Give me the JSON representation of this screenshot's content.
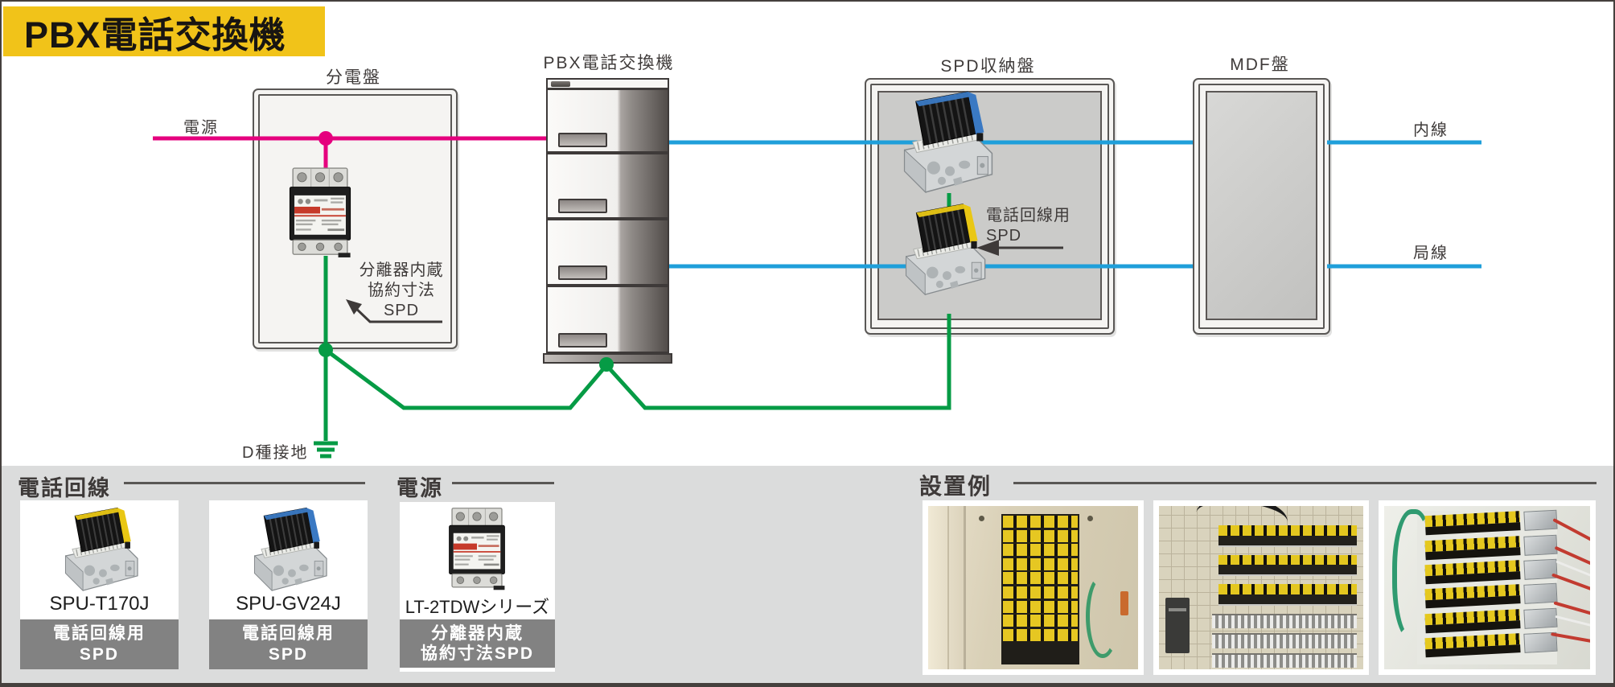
{
  "title": "PBX電話交換機",
  "diagram": {
    "nodes": {
      "distribution_board": "分電盤",
      "pbx": "PBX電話交換機",
      "spd_cabinet": "SPD収納盤",
      "mdf": "MDF盤"
    },
    "lines": {
      "power": "電源",
      "extension": "内線",
      "trunk": "局線",
      "ground": "D種接地"
    },
    "annotations": {
      "separator_spd": [
        "分離器内蔵",
        "協約寸法",
        "SPD"
      ],
      "telephone_spd": [
        "電話回線用",
        "SPD"
      ]
    },
    "colors": {
      "banner_bg": "#F1C319",
      "power_line": "#E5007E",
      "signal_line": "#1F9FDA",
      "earth_line": "#069B45"
    }
  },
  "sections": {
    "telephone": {
      "heading": "電話回線",
      "products": [
        {
          "model": "SPU-T170J",
          "tag": [
            "電話回線用",
            "SPD"
          ]
        },
        {
          "model": "SPU-GV24J",
          "tag": [
            "電話回線用",
            "SPD"
          ]
        }
      ]
    },
    "power": {
      "heading": "電源",
      "products": [
        {
          "model": "LT-2TDWシリーズ",
          "tag": [
            "分離器内蔵",
            "協約寸法SPD"
          ]
        }
      ]
    },
    "examples": {
      "heading": "設置例"
    }
  }
}
